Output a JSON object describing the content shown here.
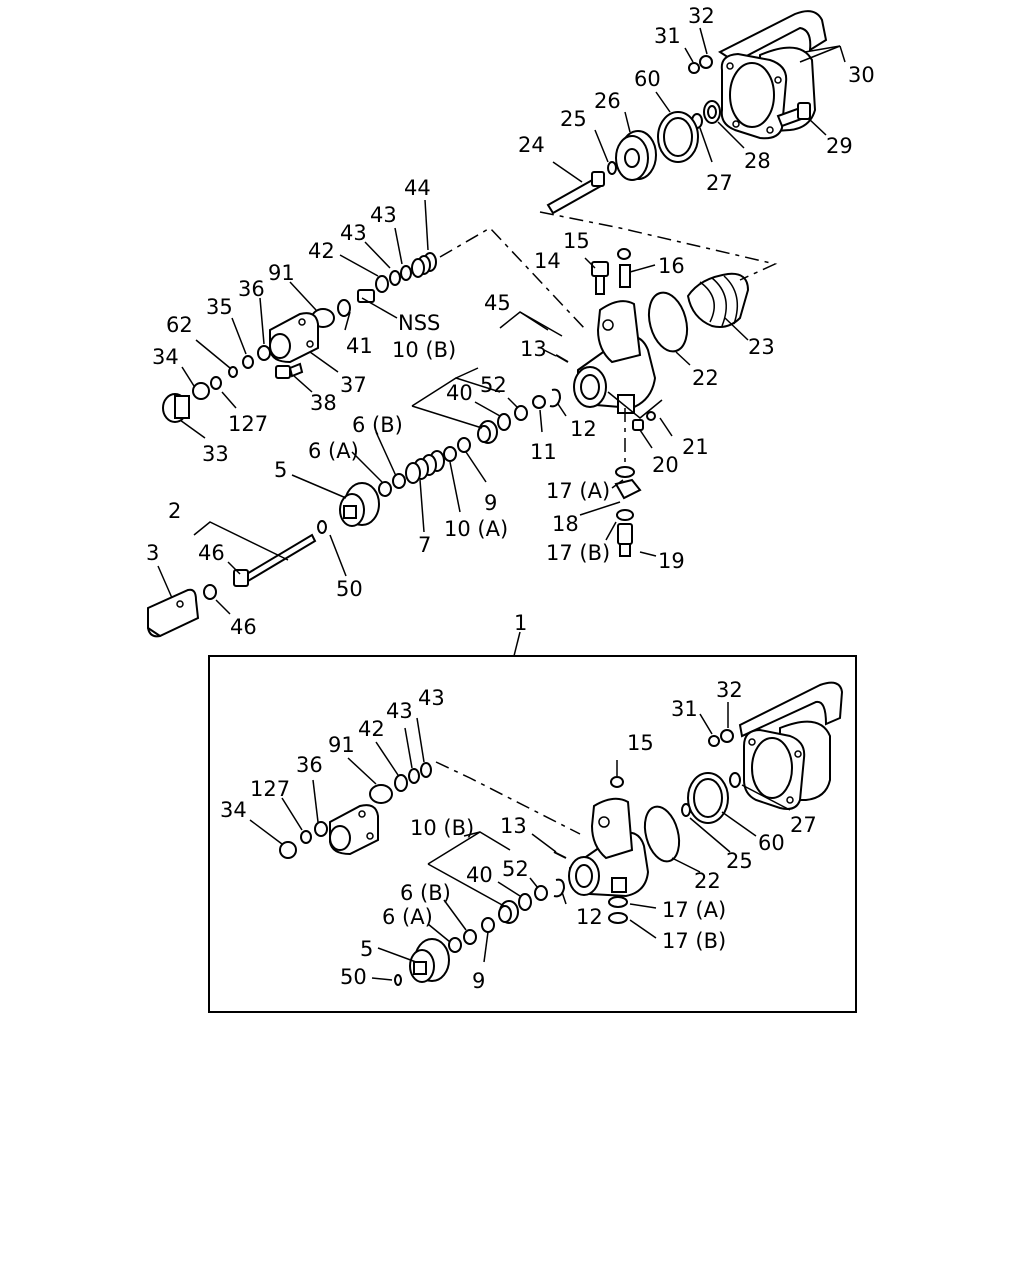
{
  "diagram": {
    "upper_labels": [
      {
        "id": "u-32",
        "text": "32"
      },
      {
        "id": "u-31",
        "text": "31"
      },
      {
        "id": "u-30",
        "text": "30"
      },
      {
        "id": "u-60",
        "text": "60"
      },
      {
        "id": "u-26",
        "text": "26"
      },
      {
        "id": "u-25",
        "text": "25"
      },
      {
        "id": "u-24",
        "text": "24"
      },
      {
        "id": "u-29",
        "text": "29"
      },
      {
        "id": "u-28",
        "text": "28"
      },
      {
        "id": "u-27",
        "text": "27"
      },
      {
        "id": "u-44",
        "text": "44"
      },
      {
        "id": "u-43a",
        "text": "43"
      },
      {
        "id": "u-43b",
        "text": "43"
      },
      {
        "id": "u-42",
        "text": "42"
      },
      {
        "id": "u-15",
        "text": "15"
      },
      {
        "id": "u-14",
        "text": "14"
      },
      {
        "id": "u-16",
        "text": "16"
      },
      {
        "id": "u-91",
        "text": "91"
      },
      {
        "id": "u-36",
        "text": "36"
      },
      {
        "id": "u-35",
        "text": "35"
      },
      {
        "id": "u-62",
        "text": "62"
      },
      {
        "id": "u-nss",
        "text": "NSS"
      },
      {
        "id": "u-41",
        "text": "41"
      },
      {
        "id": "u-45",
        "text": "45"
      },
      {
        "id": "u-13",
        "text": "13"
      },
      {
        "id": "u-22",
        "text": "22"
      },
      {
        "id": "u-23",
        "text": "23"
      },
      {
        "id": "u-34",
        "text": "34"
      },
      {
        "id": "u-37",
        "text": "37"
      },
      {
        "id": "u-38",
        "text": "38"
      },
      {
        "id": "u-10b",
        "text": "10 (B)"
      },
      {
        "id": "u-52",
        "text": "52"
      },
      {
        "id": "u-40",
        "text": "40"
      },
      {
        "id": "u-127",
        "text": "127"
      },
      {
        "id": "u-33",
        "text": "33"
      },
      {
        "id": "u-6b",
        "text": "6 (B)"
      },
      {
        "id": "u-6a",
        "text": "6 (A)"
      },
      {
        "id": "u-11",
        "text": "11"
      },
      {
        "id": "u-12",
        "text": "12"
      },
      {
        "id": "u-21",
        "text": "21"
      },
      {
        "id": "u-20",
        "text": "20"
      },
      {
        "id": "u-5",
        "text": "5"
      },
      {
        "id": "u-9",
        "text": "9"
      },
      {
        "id": "u-17a",
        "text": "17 (A)"
      },
      {
        "id": "u-18",
        "text": "18"
      },
      {
        "id": "u-10a",
        "text": "10 (A)"
      },
      {
        "id": "u-7",
        "text": "7"
      },
      {
        "id": "u-2",
        "text": "2"
      },
      {
        "id": "u-17b",
        "text": "17 (B)"
      },
      {
        "id": "u-19",
        "text": "19"
      },
      {
        "id": "u-3",
        "text": "3"
      },
      {
        "id": "u-46a",
        "text": "46"
      },
      {
        "id": "u-50",
        "text": "50"
      },
      {
        "id": "u-46b",
        "text": "46"
      }
    ],
    "assembly_label": "1",
    "lower_labels": [
      {
        "id": "l-32",
        "text": "32"
      },
      {
        "id": "l-31",
        "text": "31"
      },
      {
        "id": "l-43a",
        "text": "43"
      },
      {
        "id": "l-43b",
        "text": "43"
      },
      {
        "id": "l-42",
        "text": "42"
      },
      {
        "id": "l-91",
        "text": "91"
      },
      {
        "id": "l-15",
        "text": "15"
      },
      {
        "id": "l-36",
        "text": "36"
      },
      {
        "id": "l-127",
        "text": "127"
      },
      {
        "id": "l-34",
        "text": "34"
      },
      {
        "id": "l-27",
        "text": "27"
      },
      {
        "id": "l-60",
        "text": "60"
      },
      {
        "id": "l-25",
        "text": "25"
      },
      {
        "id": "l-22",
        "text": "22"
      },
      {
        "id": "l-10b",
        "text": "10 (B)"
      },
      {
        "id": "l-13",
        "text": "13"
      },
      {
        "id": "l-52",
        "text": "52"
      },
      {
        "id": "l-40",
        "text": "40"
      },
      {
        "id": "l-12",
        "text": "12"
      },
      {
        "id": "l-17a",
        "text": "17 (A)"
      },
      {
        "id": "l-17b",
        "text": "17 (B)"
      },
      {
        "id": "l-6b",
        "text": "6 (B)"
      },
      {
        "id": "l-6a",
        "text": "6 (A)"
      },
      {
        "id": "l-5",
        "text": "5"
      },
      {
        "id": "l-9",
        "text": "9"
      },
      {
        "id": "l-50",
        "text": "50"
      }
    ]
  }
}
